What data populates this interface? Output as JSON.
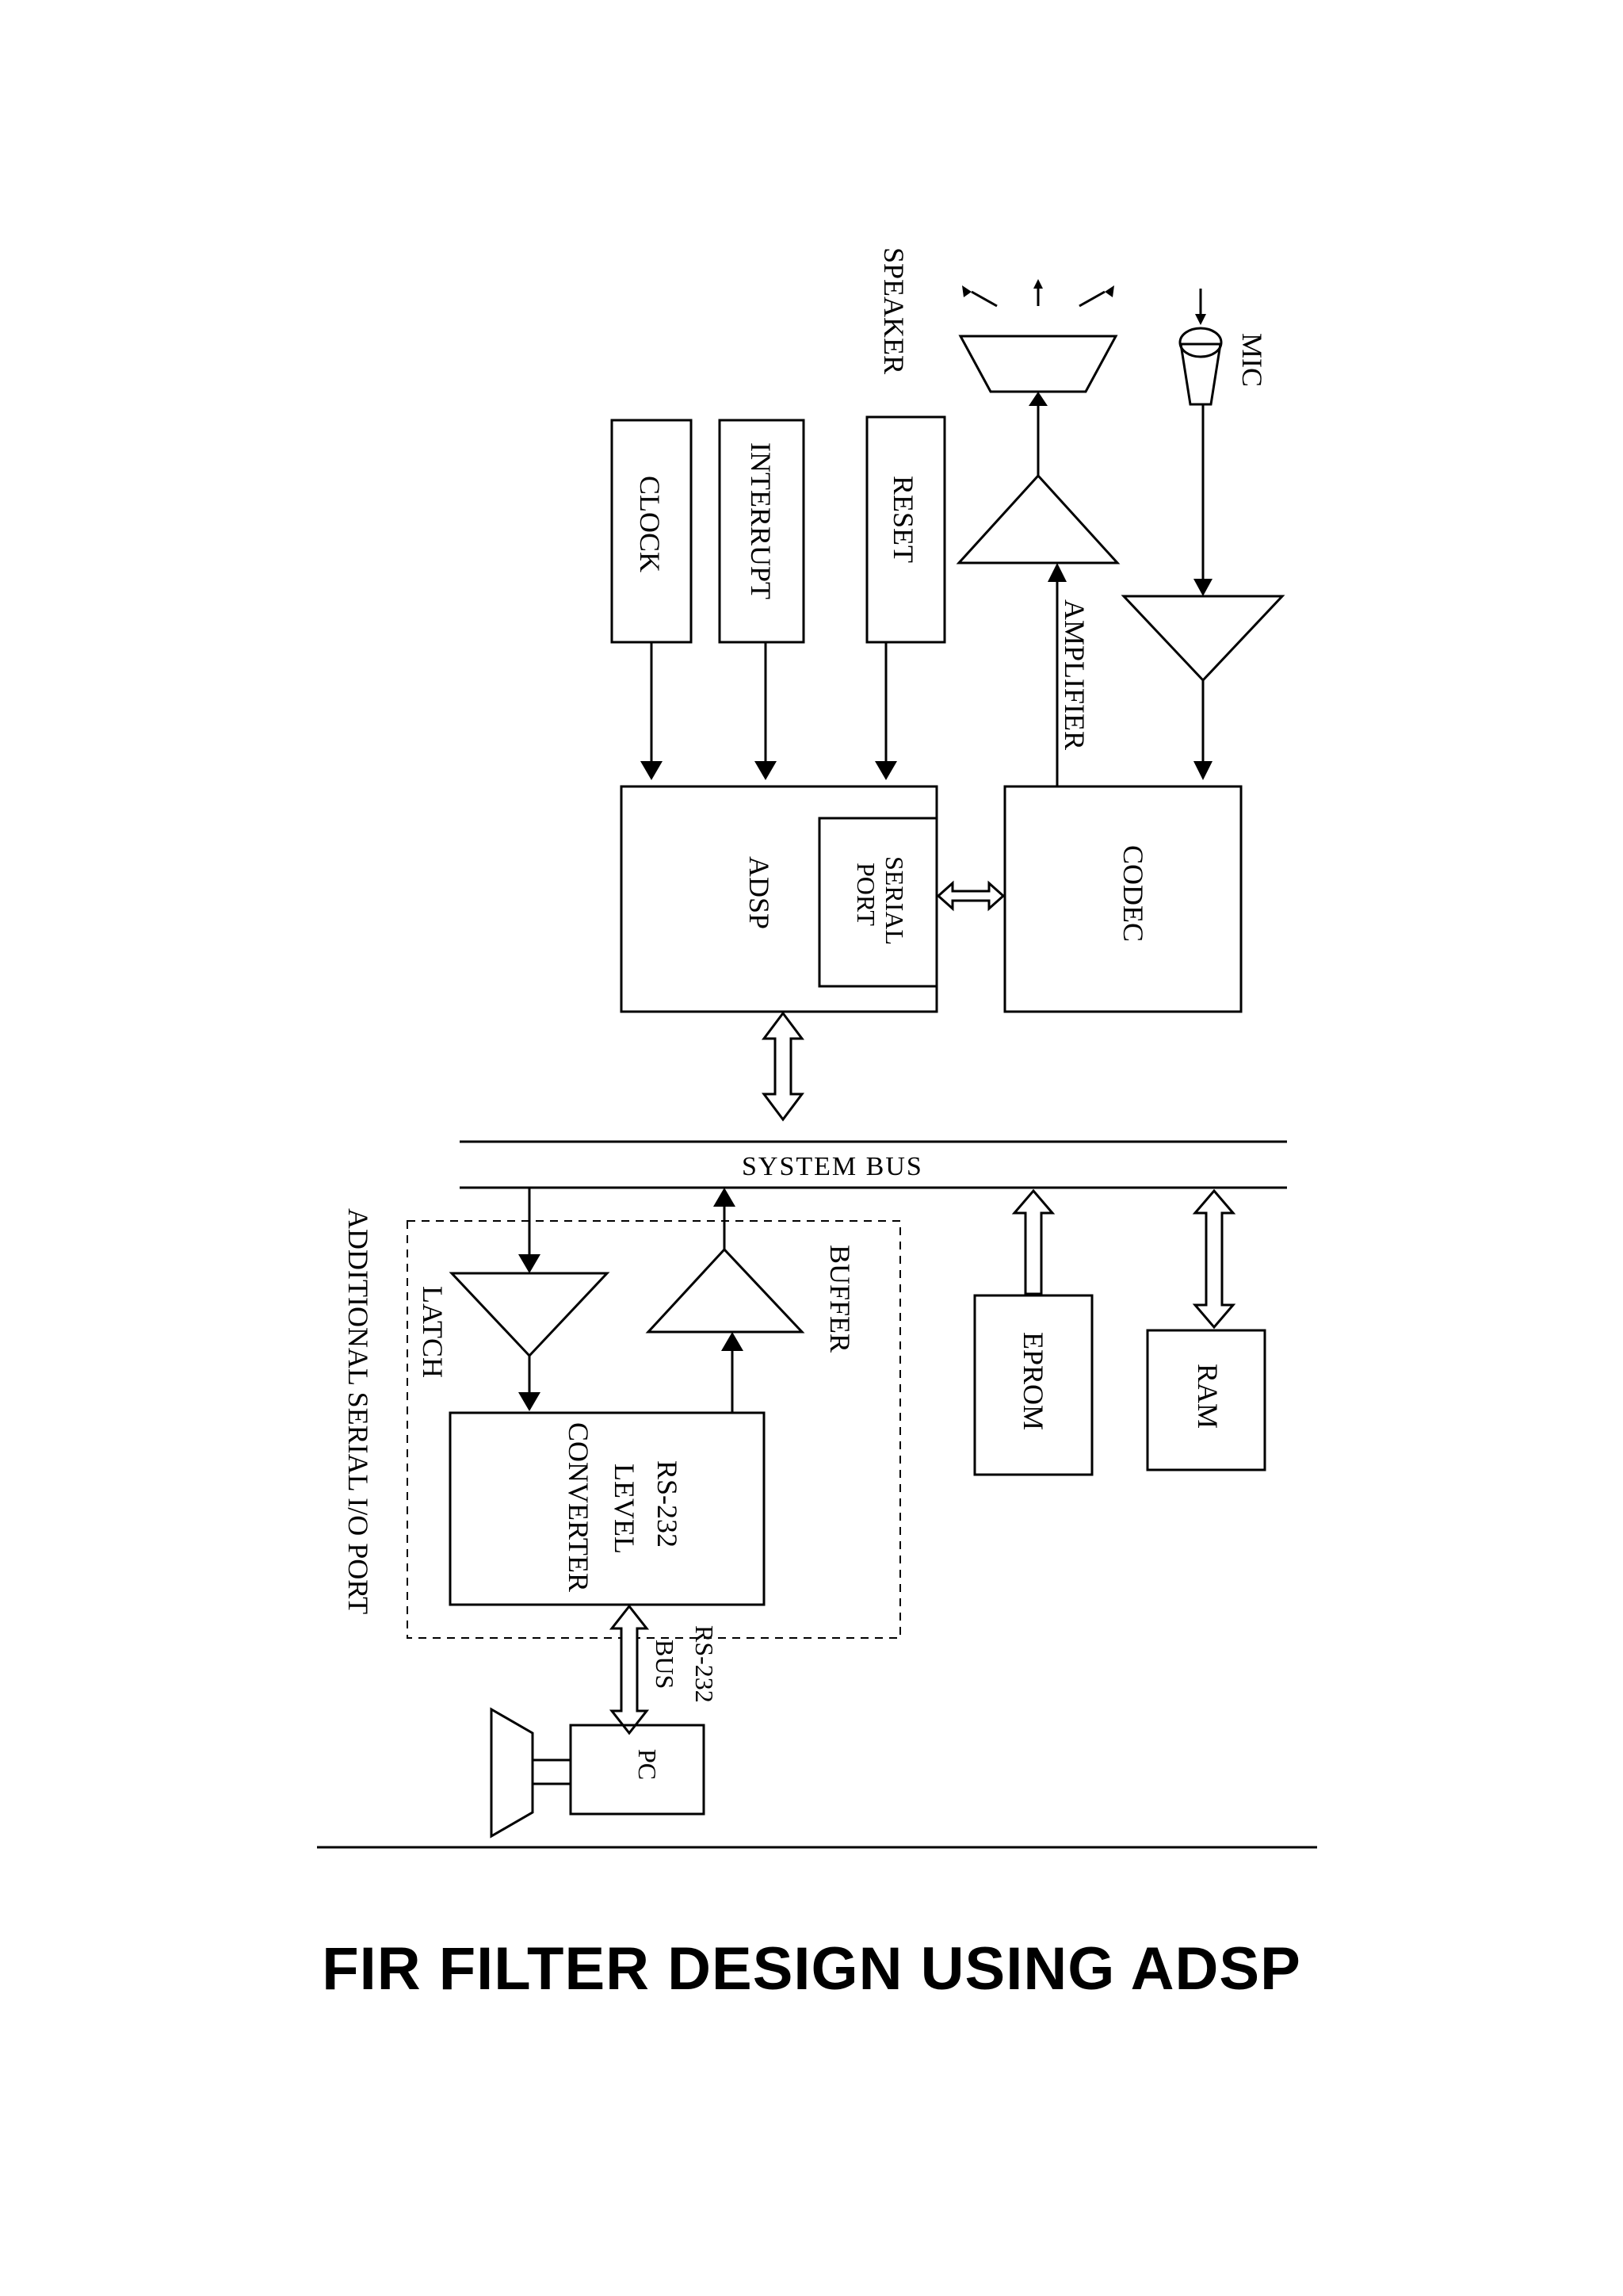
{
  "labels": {
    "speaker": "SPEAKER",
    "mic": "MIC",
    "clock": "CLOCK",
    "interrupt": "INTERRUPT",
    "reset": "RESET",
    "amplifier": "AMPLIFIER",
    "adsp": "ADSP",
    "serial_port_line1": "SERIAL",
    "serial_port_line2": "PORT",
    "codec": "CODEC",
    "system_bus": "SYSTEM BUS",
    "additional_port": "ADDITIONAL SERIAL I/O PORT",
    "latch": "LATCH",
    "buffer": "BUFFER",
    "eprom": "EPROM",
    "ram": "RAM",
    "rs232_line1": "RS-232",
    "rs232_line2": "LEVEL",
    "rs232_line3": "CONVERTER",
    "rs232_bus_line1": "RS-232",
    "rs232_bus_line2": "BUS",
    "pc": "PC"
  },
  "title": "FIR FILTER DESIGN USING ADSP"
}
